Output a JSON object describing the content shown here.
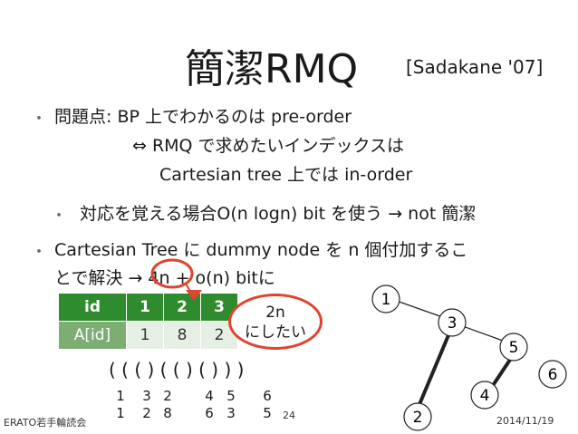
{
  "slide": {
    "title": "簡潔RMQ",
    "citation": "[Sadakane '07]",
    "bullets": [
      "問題点: BP 上でわかるのは pre-order",
      "対応を覚える場合O(n logn) bit を使う → not 簡潔",
      "Cartesian Tree に dummy node を n 個付加するこ"
    ],
    "continuation_lines": [
      "⇔ RMQ で求めたいインデックスは",
      "Cartesian tree 上では in-order",
      "とで解決 → 4n + o(n) bitに"
    ],
    "circled_term": "4n",
    "array_table": {
      "header": [
        "id",
        "1",
        "2",
        "3"
      ],
      "values": [
        "A[id]",
        "1",
        "8",
        "2"
      ]
    },
    "callout": {
      "line1": "2n",
      "line2": "にしたい"
    },
    "parens": "( ( ( ) ( ( ) ( ) ) )",
    "paren_columns": [
      {
        "top": "1",
        "bottom": "1"
      },
      {
        "top": "3",
        "bottom": "2"
      },
      {
        "top": "2",
        "bottom": "8"
      },
      {
        "top": "4",
        "bottom": "6"
      },
      {
        "top": "5",
        "bottom": "3"
      },
      {
        "top": "6",
        "bottom": "5"
      }
    ],
    "tree_nodes": [
      "1",
      "3",
      "5",
      "6",
      "4",
      "2"
    ],
    "footer": {
      "left": "ERATO若手輪読会",
      "page": "24",
      "date": "2014/11/19"
    },
    "colors": {
      "accent_red": "#e0432e",
      "table_header_green": "#2e8b2e",
      "table_label_green": "#7cae74"
    }
  }
}
